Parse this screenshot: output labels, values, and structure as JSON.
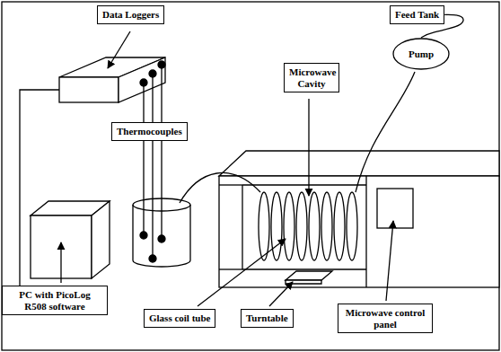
{
  "diagram": {
    "nodes": [
      {
        "text": [
          "Data Loggers"
        ]
      },
      {
        "text": [
          "Feed Tank"
        ]
      },
      {
        "text": [
          "Pump"
        ]
      },
      {
        "text": [
          "Microwave Cavity"
        ]
      },
      {
        "text": [
          "Thermocouples"
        ]
      },
      {
        "text": [
          "PC with PicoLog R508 software"
        ]
      },
      {
        "text": [
          "Glass coil tube"
        ]
      },
      {
        "text": [
          "Turntable"
        ]
      },
      {
        "text": [
          "Microwave control panel"
        ]
      }
    ],
    "edges": [
      {
        "from": 1,
        "to": 2,
        "arrow": "none"
      }
    ]
  }
}
